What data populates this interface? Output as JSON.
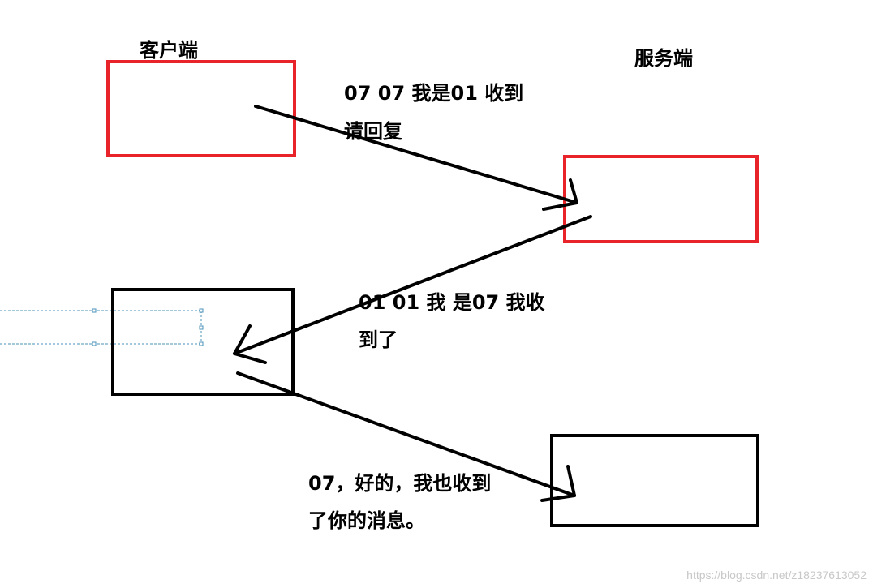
{
  "colors": {
    "request_box": "#e8232a",
    "reply_box": "#000000",
    "arrow": "#000000",
    "selection": "#4a90b8",
    "watermark": "#c8c8c8"
  },
  "labels": {
    "client": "客户端",
    "server": "服务端"
  },
  "messages": [
    {
      "line1": "07 07 我是01 收到",
      "line2": "请回复"
    },
    {
      "line1": "01 01 我 是07 我收",
      "line2": "到了"
    },
    {
      "line1": "07，好的，我也收到",
      "line2": "了你的消息。"
    }
  ],
  "watermark": "https://blog.csdn.net/z18237613052"
}
